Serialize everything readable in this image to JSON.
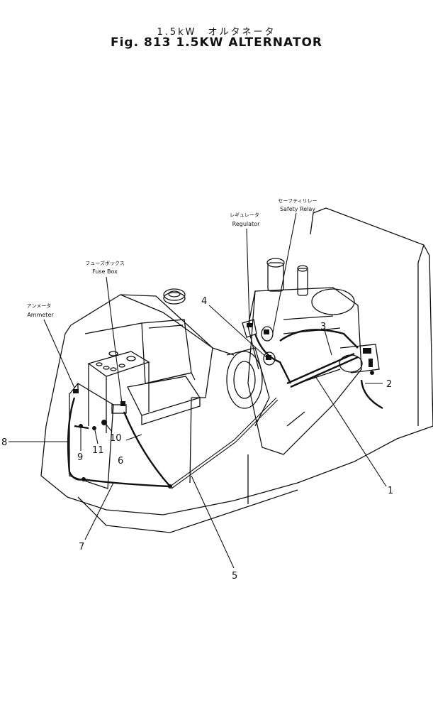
{
  "header": {
    "title_jp": "1.5kW　オルタネータ",
    "title_en": "Fig. 813 1.5KW ALTERNATOR"
  },
  "labels": {
    "safety_relay_jp": "セーフティリレー",
    "safety_relay_en": "Safety Relay",
    "regulator_jp": "レギュレータ",
    "regulator_en": "Regulator",
    "fuse_box_jp": "フューズボックス",
    "fuse_box_en": "Fuse Box",
    "ammeter_jp": "アンメータ",
    "ammeter_en": "Ammeter"
  },
  "callouts": {
    "c1": "1",
    "c2": "2",
    "c3": "3",
    "c4": "4",
    "c5": "5",
    "c6": "6",
    "c7": "7",
    "c8": "8",
    "c9": "9",
    "c10": "10",
    "c11": "11"
  }
}
